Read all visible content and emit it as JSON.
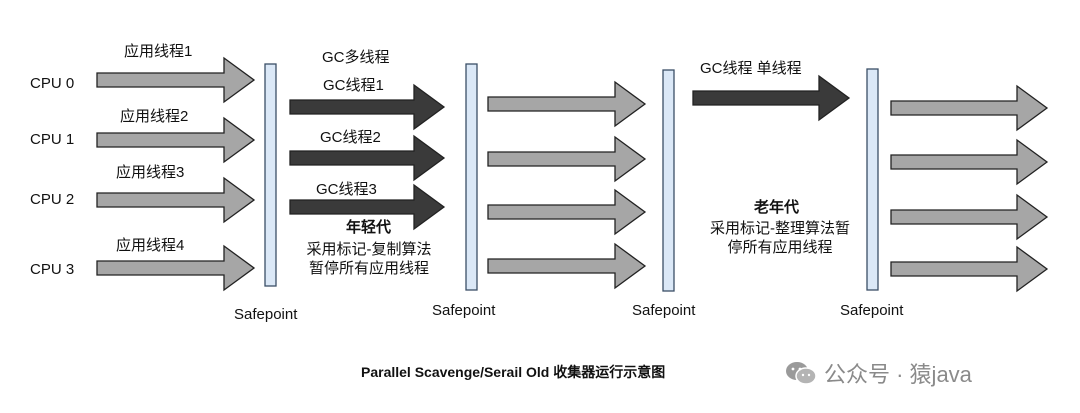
{
  "cpus": [
    "CPU 0",
    "CPU 1",
    "CPU 2",
    "CPU 3"
  ],
  "app_threads": [
    "应用线程1",
    "应用线程2",
    "应用线程3",
    "应用线程4"
  ],
  "gc_title": "GC多线程",
  "gc_threads": [
    "GC线程1",
    "GC线程2",
    "GC线程3"
  ],
  "young_gen": {
    "title": "年轻代",
    "desc": "采用标记-复制算法\n暂停所有应用线程"
  },
  "old_gc_label": "GC线程 单线程",
  "old_gen": {
    "title": "老年代",
    "desc": "采用标记-整理算法暂\n停所有应用线程"
  },
  "safepoint_label": "Safepoint",
  "caption": "Parallel Scavenge/Serail Old 收集器运行示意图",
  "watermark": {
    "brand": "公众号 · 猿java",
    "icon": "wechat-icon"
  },
  "colors": {
    "light_arrow": "#a6a6a6",
    "dark_arrow": "#3a3a3a",
    "safepoint_fill": "#dbe8f7",
    "safepoint_stroke": "#3b4f66"
  }
}
